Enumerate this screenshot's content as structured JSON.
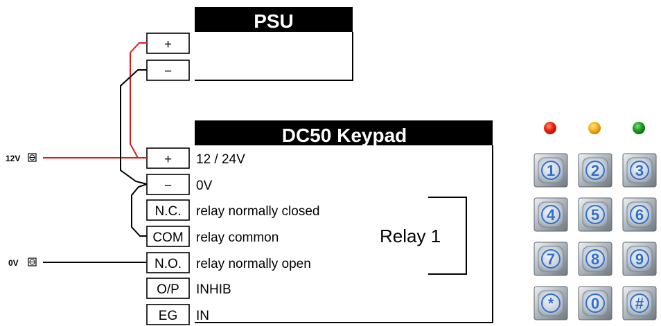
{
  "psu": {
    "title": "PSU",
    "terminals": {
      "plus": "+",
      "minus": "−"
    }
  },
  "keypad_unit": {
    "title": "DC50 Keypad",
    "terminals": [
      {
        "id": "plus",
        "label": "+",
        "desc": "12 / 24V"
      },
      {
        "id": "minus",
        "label": "−",
        "desc": "0V"
      },
      {
        "id": "nc",
        "label": "N.C.",
        "desc": "relay normally closed"
      },
      {
        "id": "com",
        "label": "COM",
        "desc": "relay common"
      },
      {
        "id": "no",
        "label": "N.O.",
        "desc": "relay normally open"
      },
      {
        "id": "op",
        "label": "O/P",
        "desc": "INHIB"
      },
      {
        "id": "eg",
        "label": "EG",
        "desc": "IN"
      }
    ],
    "relay_label": "Relay 1"
  },
  "external_inputs": {
    "v12": "12V",
    "v0": "0V",
    "terminal_symbol": "⊖"
  },
  "wires": {
    "positive_color": "#e0191c",
    "negative_color": "#000000"
  },
  "indicator_leds": [
    {
      "name": "red",
      "color": "#e8250f"
    },
    {
      "name": "yellow",
      "color": "#f6b317"
    },
    {
      "name": "green",
      "color": "#1f9a22"
    }
  ],
  "keypad_buttons": [
    [
      "1",
      "2",
      "3"
    ],
    [
      "4",
      "5",
      "6"
    ],
    [
      "7",
      "8",
      "9"
    ],
    [
      "*",
      "0",
      "#"
    ]
  ],
  "colors": {
    "key_digit": "#2f6fd0",
    "key_face": "#c7cfd6"
  }
}
